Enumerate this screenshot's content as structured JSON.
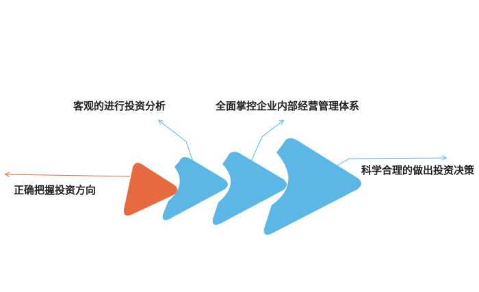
{
  "steps": [
    {
      "label": "正确把握投资方向"
    },
    {
      "label": "客观的进行投资分析"
    },
    {
      "label": "全面掌控企业内部经营管理体系"
    },
    {
      "label": "科学合理的做出投资决策"
    }
  ],
  "colors": {
    "orange": "#E7693F",
    "blue": "#5DB7E6",
    "orange_line": "#E7693F",
    "blue_line": "#5DB7E6",
    "text": "#222222"
  }
}
